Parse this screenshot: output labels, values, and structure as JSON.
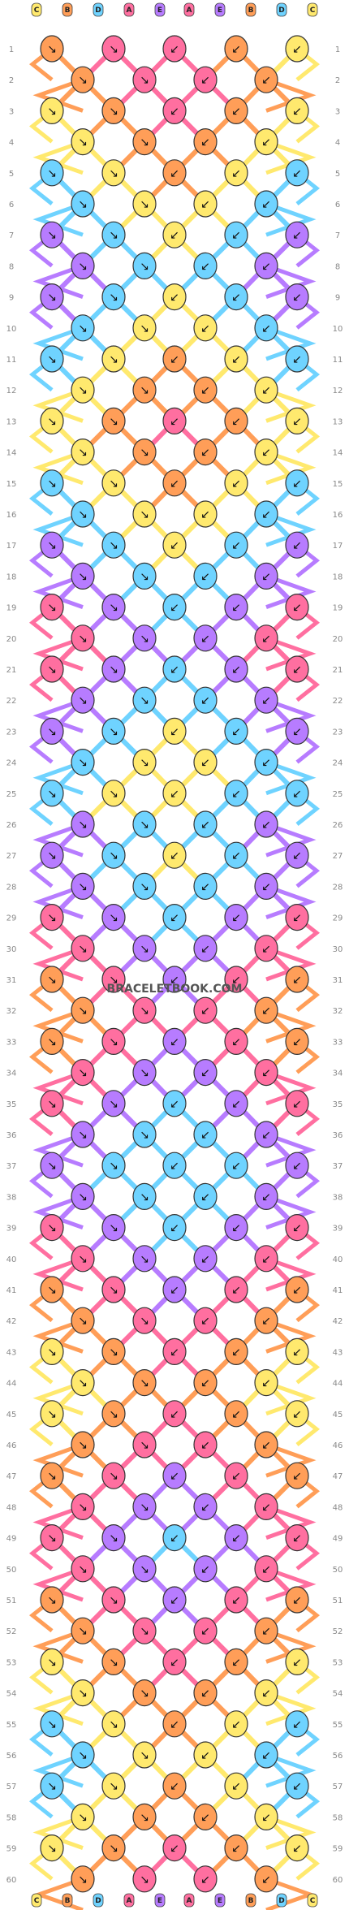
{
  "colors": {
    "A": "#ff6fa0",
    "B": "#ff9e58",
    "C": "#ffe96e",
    "D": "#6fd3ff",
    "E": "#b77cff"
  },
  "strands_top": [
    "C",
    "B",
    "D",
    "A",
    "E",
    "A",
    "E",
    "B",
    "D",
    "C"
  ],
  "strands_bottom": [
    "C",
    "B",
    "D",
    "A",
    "E",
    "A",
    "E",
    "B",
    "D",
    "C"
  ],
  "row_count": 60,
  "watermark": "BRACELETBOOK.COM",
  "knot_colors": [
    [
      "B",
      "A",
      "A",
      "B",
      "C"
    ],
    [
      "B",
      "A",
      "A",
      "B"
    ],
    [
      "C",
      "B",
      "A",
      "B",
      "C"
    ],
    [
      "C",
      "B",
      "B",
      "C"
    ],
    [
      "D",
      "C",
      "B",
      "C",
      "D"
    ],
    [
      "D",
      "C",
      "C",
      "D"
    ],
    [
      "E",
      "D",
      "C",
      "D",
      "E"
    ],
    [
      "E",
      "D",
      "D",
      "E"
    ],
    [
      "E",
      "D",
      "C",
      "D",
      "E"
    ],
    [
      "D",
      "C",
      "C",
      "D"
    ],
    [
      "D",
      "C",
      "B",
      "C",
      "D"
    ],
    [
      "C",
      "B",
      "B",
      "C"
    ],
    [
      "C",
      "B",
      "A",
      "B",
      "C"
    ],
    [
      "C",
      "B",
      "B",
      "C"
    ],
    [
      "D",
      "C",
      "B",
      "C",
      "D"
    ],
    [
      "D",
      "C",
      "C",
      "D"
    ],
    [
      "E",
      "D",
      "C",
      "D",
      "E"
    ],
    [
      "E",
      "D",
      "D",
      "E"
    ],
    [
      "A",
      "E",
      "D",
      "E",
      "A"
    ],
    [
      "A",
      "E",
      "E",
      "A"
    ],
    [
      "A",
      "E",
      "D",
      "E",
      "A"
    ],
    [
      "E",
      "D",
      "D",
      "E"
    ],
    [
      "E",
      "D",
      "C",
      "D",
      "E"
    ],
    [
      "D",
      "C",
      "C",
      "D"
    ],
    [
      "D",
      "C",
      "C",
      "D",
      "D"
    ],
    [
      "E",
      "D",
      "D",
      "E"
    ],
    [
      "E",
      "D",
      "C",
      "D",
      "E"
    ],
    [
      "E",
      "D",
      "D",
      "E"
    ],
    [
      "A",
      "E",
      "D",
      "E",
      "A"
    ],
    [
      "A",
      "E",
      "E",
      "A"
    ],
    [
      "B",
      "A",
      "E",
      "A",
      "B"
    ],
    [
      "B",
      "A",
      "A",
      "B"
    ],
    [
      "B",
      "A",
      "E",
      "A",
      "B"
    ],
    [
      "A",
      "E",
      "E",
      "A"
    ],
    [
      "A",
      "E",
      "D",
      "E",
      "A"
    ],
    [
      "E",
      "D",
      "D",
      "E"
    ],
    [
      "E",
      "D",
      "D",
      "D",
      "E"
    ],
    [
      "E",
      "D",
      "D",
      "E"
    ],
    [
      "A",
      "E",
      "D",
      "E",
      "A"
    ],
    [
      "A",
      "E",
      "E",
      "A"
    ],
    [
      "B",
      "A",
      "E",
      "A",
      "B"
    ],
    [
      "B",
      "A",
      "A",
      "B"
    ],
    [
      "C",
      "B",
      "A",
      "B",
      "C"
    ],
    [
      "C",
      "B",
      "B",
      "C"
    ],
    [
      "C",
      "B",
      "A",
      "B",
      "C"
    ],
    [
      "B",
      "A",
      "A",
      "B"
    ],
    [
      "B",
      "A",
      "E",
      "A",
      "B"
    ],
    [
      "A",
      "E",
      "E",
      "A"
    ],
    [
      "A",
      "E",
      "D",
      "E",
      "A"
    ],
    [
      "A",
      "E",
      "E",
      "A"
    ],
    [
      "B",
      "A",
      "E",
      "A",
      "B"
    ],
    [
      "B",
      "A",
      "A",
      "B"
    ],
    [
      "C",
      "B",
      "A",
      "B",
      "C"
    ],
    [
      "C",
      "B",
      "B",
      "C"
    ],
    [
      "D",
      "C",
      "B",
      "C",
      "D"
    ],
    [
      "D",
      "C",
      "C",
      "D"
    ],
    [
      "D",
      "C",
      "B",
      "C",
      "D"
    ],
    [
      "C",
      "B",
      "B",
      "C"
    ],
    [
      "C",
      "B",
      "A",
      "B",
      "C"
    ],
    [
      "B",
      "A",
      "A",
      "B"
    ]
  ],
  "arrow_pattern": {
    "left_half": "↘",
    "right_half": "↙",
    "center": "↙"
  }
}
